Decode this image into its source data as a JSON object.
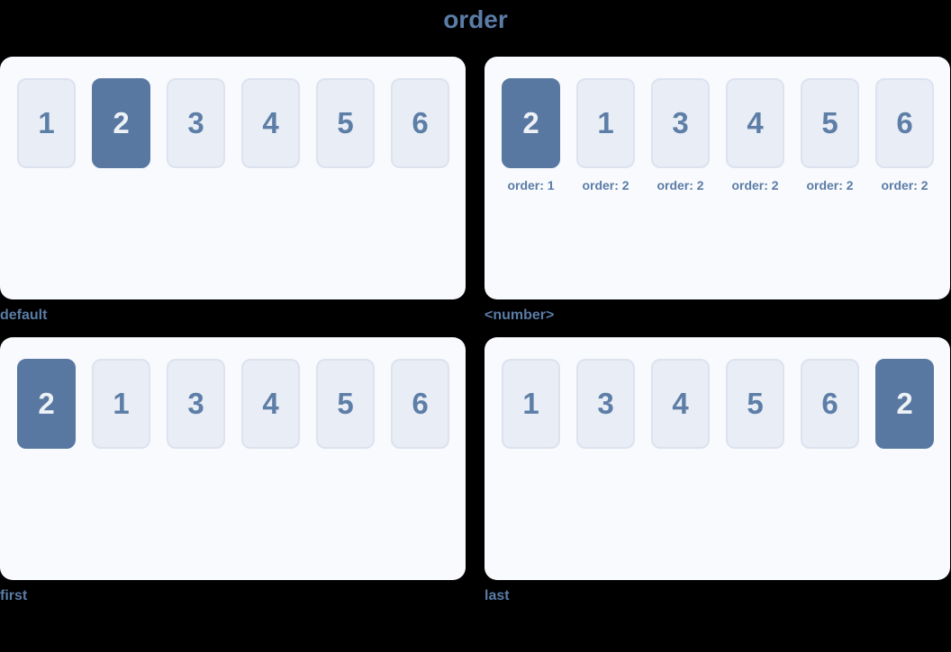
{
  "title": "order",
  "colors": {
    "background": "#000000",
    "panel_bg": "#f8fafd",
    "box_bg": "#e9edf5",
    "box_border": "#dce3ef",
    "box_text": "#5d7ea7",
    "highlight_bg": "#5878a2",
    "highlight_text": "#eef2f7",
    "label_text": "#5b7ca6"
  },
  "panels": [
    {
      "caption": "default",
      "items": [
        {
          "value": "1",
          "highlight": false
        },
        {
          "value": "2",
          "highlight": true
        },
        {
          "value": "3",
          "highlight": false
        },
        {
          "value": "4",
          "highlight": false
        },
        {
          "value": "5",
          "highlight": false
        },
        {
          "value": "6",
          "highlight": false
        }
      ]
    },
    {
      "caption": "<number>",
      "items": [
        {
          "value": "2",
          "highlight": true,
          "sub": "order: 1"
        },
        {
          "value": "1",
          "highlight": false,
          "sub": "order: 2"
        },
        {
          "value": "3",
          "highlight": false,
          "sub": "order: 2"
        },
        {
          "value": "4",
          "highlight": false,
          "sub": "order: 2"
        },
        {
          "value": "5",
          "highlight": false,
          "sub": "order: 2"
        },
        {
          "value": "6",
          "highlight": false,
          "sub": "order: 2"
        }
      ]
    },
    {
      "caption": "first",
      "items": [
        {
          "value": "2",
          "highlight": true
        },
        {
          "value": "1",
          "highlight": false
        },
        {
          "value": "3",
          "highlight": false
        },
        {
          "value": "4",
          "highlight": false
        },
        {
          "value": "5",
          "highlight": false
        },
        {
          "value": "6",
          "highlight": false
        }
      ]
    },
    {
      "caption": "last",
      "items": [
        {
          "value": "1",
          "highlight": false
        },
        {
          "value": "3",
          "highlight": false
        },
        {
          "value": "4",
          "highlight": false
        },
        {
          "value": "5",
          "highlight": false
        },
        {
          "value": "6",
          "highlight": false
        },
        {
          "value": "2",
          "highlight": true
        }
      ]
    }
  ]
}
